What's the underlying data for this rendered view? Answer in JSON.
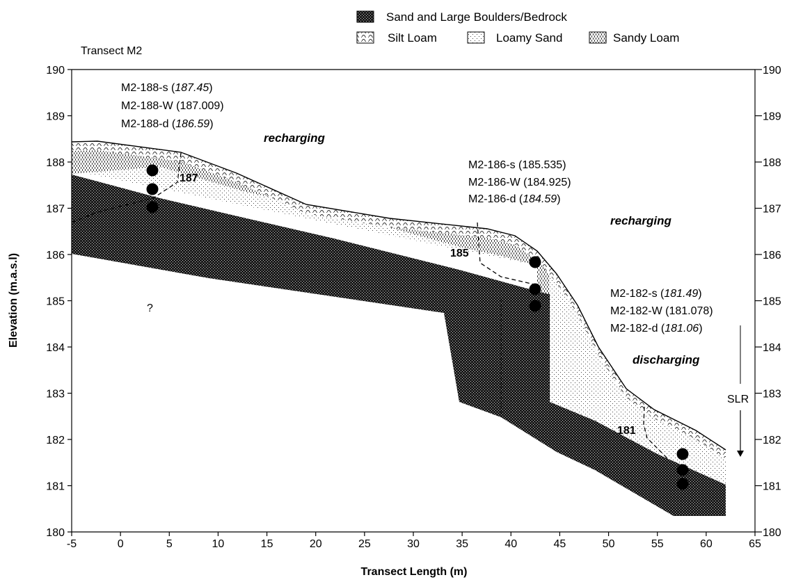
{
  "transect_label": "Transect M2",
  "legend": {
    "boulders": "Sand and Large Boulders/Bedrock",
    "silt_loam": "Silt Loam",
    "loamy_sand": "Loamy Sand",
    "sandy_loam": "Sandy Loam"
  },
  "axes": {
    "xlabel": "Transect Length (m)",
    "ylabel": "Elevation (m.a.s.l)",
    "x_ticks": [
      "-5",
      "0",
      "5",
      "10",
      "15",
      "20",
      "25",
      "30",
      "35",
      "40",
      "45",
      "50",
      "55",
      "60",
      "65"
    ],
    "y_ticks": [
      "180",
      "181",
      "182",
      "183",
      "184",
      "185",
      "186",
      "187",
      "188",
      "189",
      "190"
    ],
    "xlim": [
      -5,
      65
    ],
    "ylim": [
      180,
      190
    ]
  },
  "wells": {
    "m2_188": {
      "s_name": "M2-188-s (",
      "s_val": "187.45",
      "s_end": ")",
      "w": "M2-188-W (187.009)",
      "d_name": "M2-188-d (",
      "d_val": "186.59",
      "d_end": ")"
    },
    "m2_186": {
      "s": "M2-186-s (185.535)",
      "w": "M2-186-W (184.925)",
      "d_name": "M2-186-d (",
      "d_val": "184.59",
      "d_end": ")"
    },
    "m2_182": {
      "s_name": "M2-182-s (",
      "s_val": "181.49",
      "s_end": ")",
      "w": "M2-182-W (181.078)",
      "d_name": "M2-182-d (",
      "d_val": "181.06",
      "d_end": ")"
    }
  },
  "flow_labels": {
    "recharging_1": "recharging",
    "recharging_2": "recharging",
    "discharging": "discharging"
  },
  "contours": {
    "c187": "187",
    "c185": "185",
    "c181": "181"
  },
  "unknown_mark": "?",
  "slr_label": "SLR"
}
